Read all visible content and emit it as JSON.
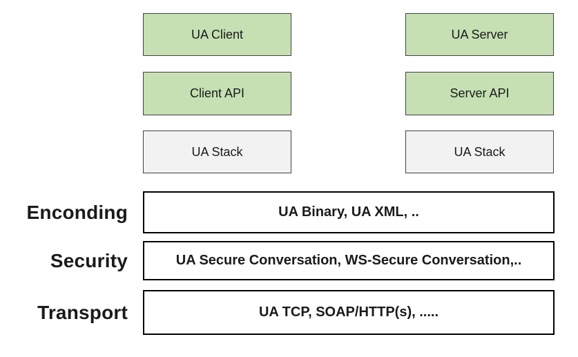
{
  "colors": {
    "page_bg": "#ffffff",
    "green_fill": "#c6e0b4",
    "gray_fill": "#f2f2f2",
    "white_fill": "#ffffff",
    "small_box_border": "#404040",
    "wide_box_border": "#000000",
    "text_color": "#1a1a1a"
  },
  "client_column": {
    "boxes": [
      {
        "label": "UA Client",
        "style": "green"
      },
      {
        "label": "Client API",
        "style": "green"
      },
      {
        "label": "UA Stack",
        "style": "gray"
      }
    ]
  },
  "server_column": {
    "boxes": [
      {
        "label": "UA Server",
        "style": "green"
      },
      {
        "label": "Server API",
        "style": "green"
      },
      {
        "label": "UA Stack",
        "style": "gray"
      }
    ]
  },
  "layers": [
    {
      "label": "Enconding",
      "content": "UA Binary, UA XML, .."
    },
    {
      "label": "Security",
      "content": "UA Secure Conversation, WS-Secure Conversation,.."
    },
    {
      "label": "Transport",
      "content": "UA TCP, SOAP/HTTP(s), ....."
    }
  ]
}
